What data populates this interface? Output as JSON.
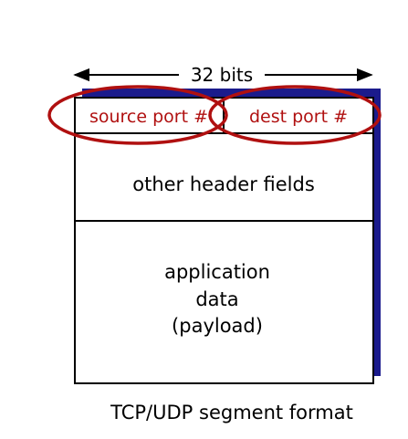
{
  "diagram": {
    "width_label": "32 bits",
    "source_port": "source port #",
    "dest_port": "dest port #",
    "other_header": "other header fields",
    "payload_lines": [
      "application",
      "data",
      "(payload)"
    ],
    "caption": "TCP/UDP segment format"
  },
  "colors": {
    "port_text": "#b01010",
    "ellipse": "#b01010",
    "shadow": "#1b1b8c",
    "box_border": "#000000"
  }
}
